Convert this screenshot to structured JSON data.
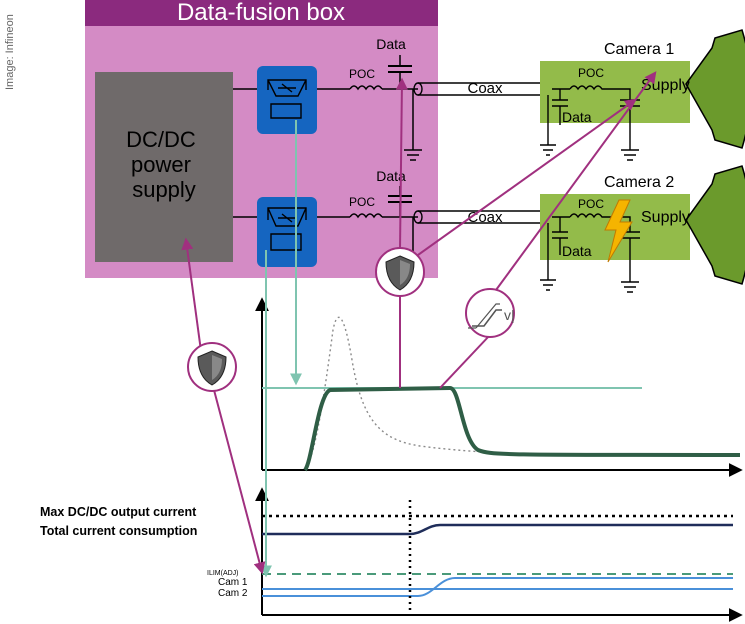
{
  "credit": "Image: Infineon",
  "box_title": "Data-fusion box",
  "dcdc_label": [
    "DC/DC",
    "power",
    "supply"
  ],
  "channels": [
    {
      "data": "Data",
      "poc": "POC",
      "coax": "Coax"
    },
    {
      "data": "Data",
      "poc": "POC",
      "coax": "Coax"
    }
  ],
  "cameras": [
    {
      "name": "Camera 1",
      "poc": "POC",
      "supply": "Supply",
      "data": "Data"
    },
    {
      "name": "Camera 2",
      "poc": "POC",
      "supply": "Supply",
      "data": "Data"
    }
  ],
  "icons": {
    "shield": "shield-icon",
    "ramp": "voltage-ramp-icon",
    "fault": "lightning-fault-icon"
  },
  "colors": {
    "box_fill": "#d48bc5",
    "box_title_bg": "#8b2a7e",
    "dcdc_fill": "#6f6a6a",
    "switch_fill": "#1565c0",
    "camera_fill": "#93bb4a",
    "lens_fill": "#6b9a2c",
    "arrow_purple": "#a0307f",
    "arrow_teal": "#7fc4b0",
    "curve_dark": "#2f5e46",
    "curve_navy": "#1f2d5a",
    "curve_blue": "#4a90d9",
    "bolt": "#f5b400"
  },
  "lower_chart": {
    "labels": {
      "max": "Max DC/DC output current",
      "total": "Total current consumption",
      "ilim": "ILIM(ADJ)",
      "cam1": "Cam 1",
      "cam2": "Cam 2"
    }
  }
}
